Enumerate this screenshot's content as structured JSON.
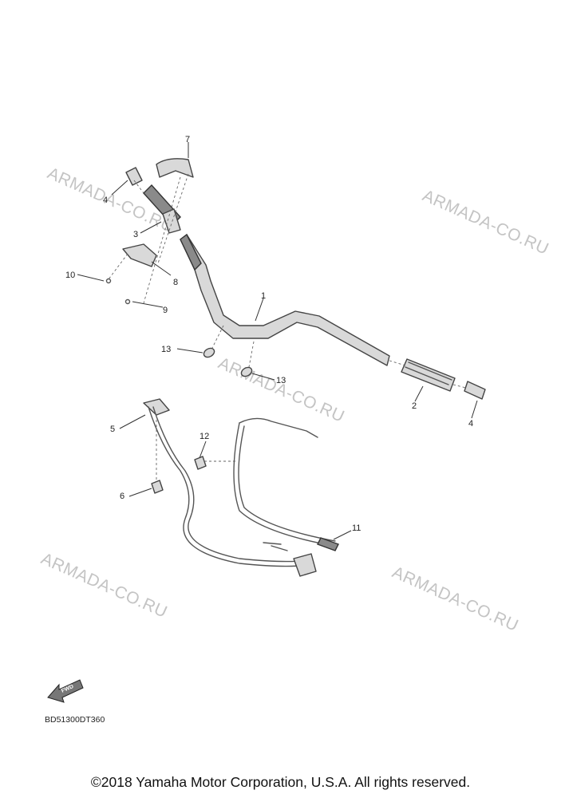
{
  "watermarks": [
    "ARMADA-CO.RU",
    "ARMADA-CO.RU",
    "ARMADA-CO.RU",
    "ARMADA-CO.RU",
    "ARMADA-CO.RU"
  ],
  "callouts": [
    "1",
    "2",
    "3",
    "4",
    "4",
    "5",
    "6",
    "7",
    "8",
    "9",
    "10",
    "11",
    "12",
    "13",
    "13"
  ],
  "fwd_label": "FWD",
  "diagram_code": "BD51300DT360",
  "copyright": "©2018 Yamaha Motor Corporation, U.S.A. All rights reserved."
}
